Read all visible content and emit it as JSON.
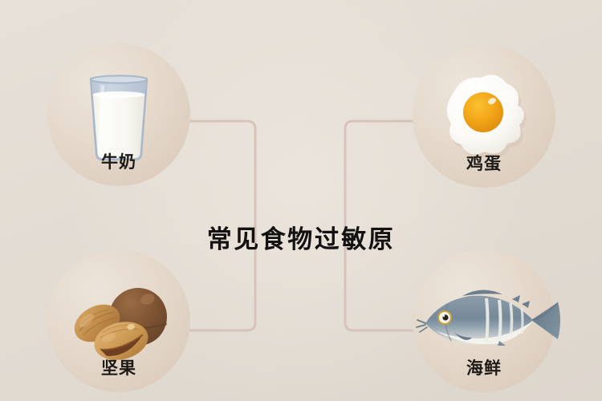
{
  "poster": {
    "title": "常见食物过敏原",
    "background_color": "#e3ddd5",
    "accent_color": "#d8c3bb",
    "title_color": "#131211",
    "disc_color": "#e0d3c6"
  },
  "nodes": [
    {
      "id": "milk",
      "label": "牛奶",
      "icon": "milk-glass-icon",
      "position": "top-left",
      "colors": {
        "glass": "#b7c4d3",
        "liquid": "#fbfaf6",
        "headspace": "#c3cedd"
      }
    },
    {
      "id": "egg",
      "label": "鸡蛋",
      "icon": "fried-egg-icon",
      "position": "top-right",
      "colors": {
        "white": "#fdfdfb",
        "yolk": "#f2a81c",
        "yolk_shade": "#e08d0d"
      }
    },
    {
      "id": "nuts",
      "label": "坚果",
      "icon": "mixed-nuts-icon",
      "position": "bottom-left",
      "colors": {
        "almond": "#c08d4f",
        "walnut": "#7c5334",
        "pistachio": "#d5a461"
      }
    },
    {
      "id": "seafood",
      "label": "海鲜",
      "icon": "fish-icon",
      "position": "bottom-right",
      "colors": {
        "body": "#7a8c99",
        "belly": "#f2f1ec",
        "fin": "#5f727f"
      }
    }
  ],
  "connectors": {
    "stroke_color": "#d8c3bb",
    "stroke_width": 3,
    "left_bracket": "milk and nuts join inward to center",
    "right_bracket": "egg and seafood join inward to center"
  }
}
